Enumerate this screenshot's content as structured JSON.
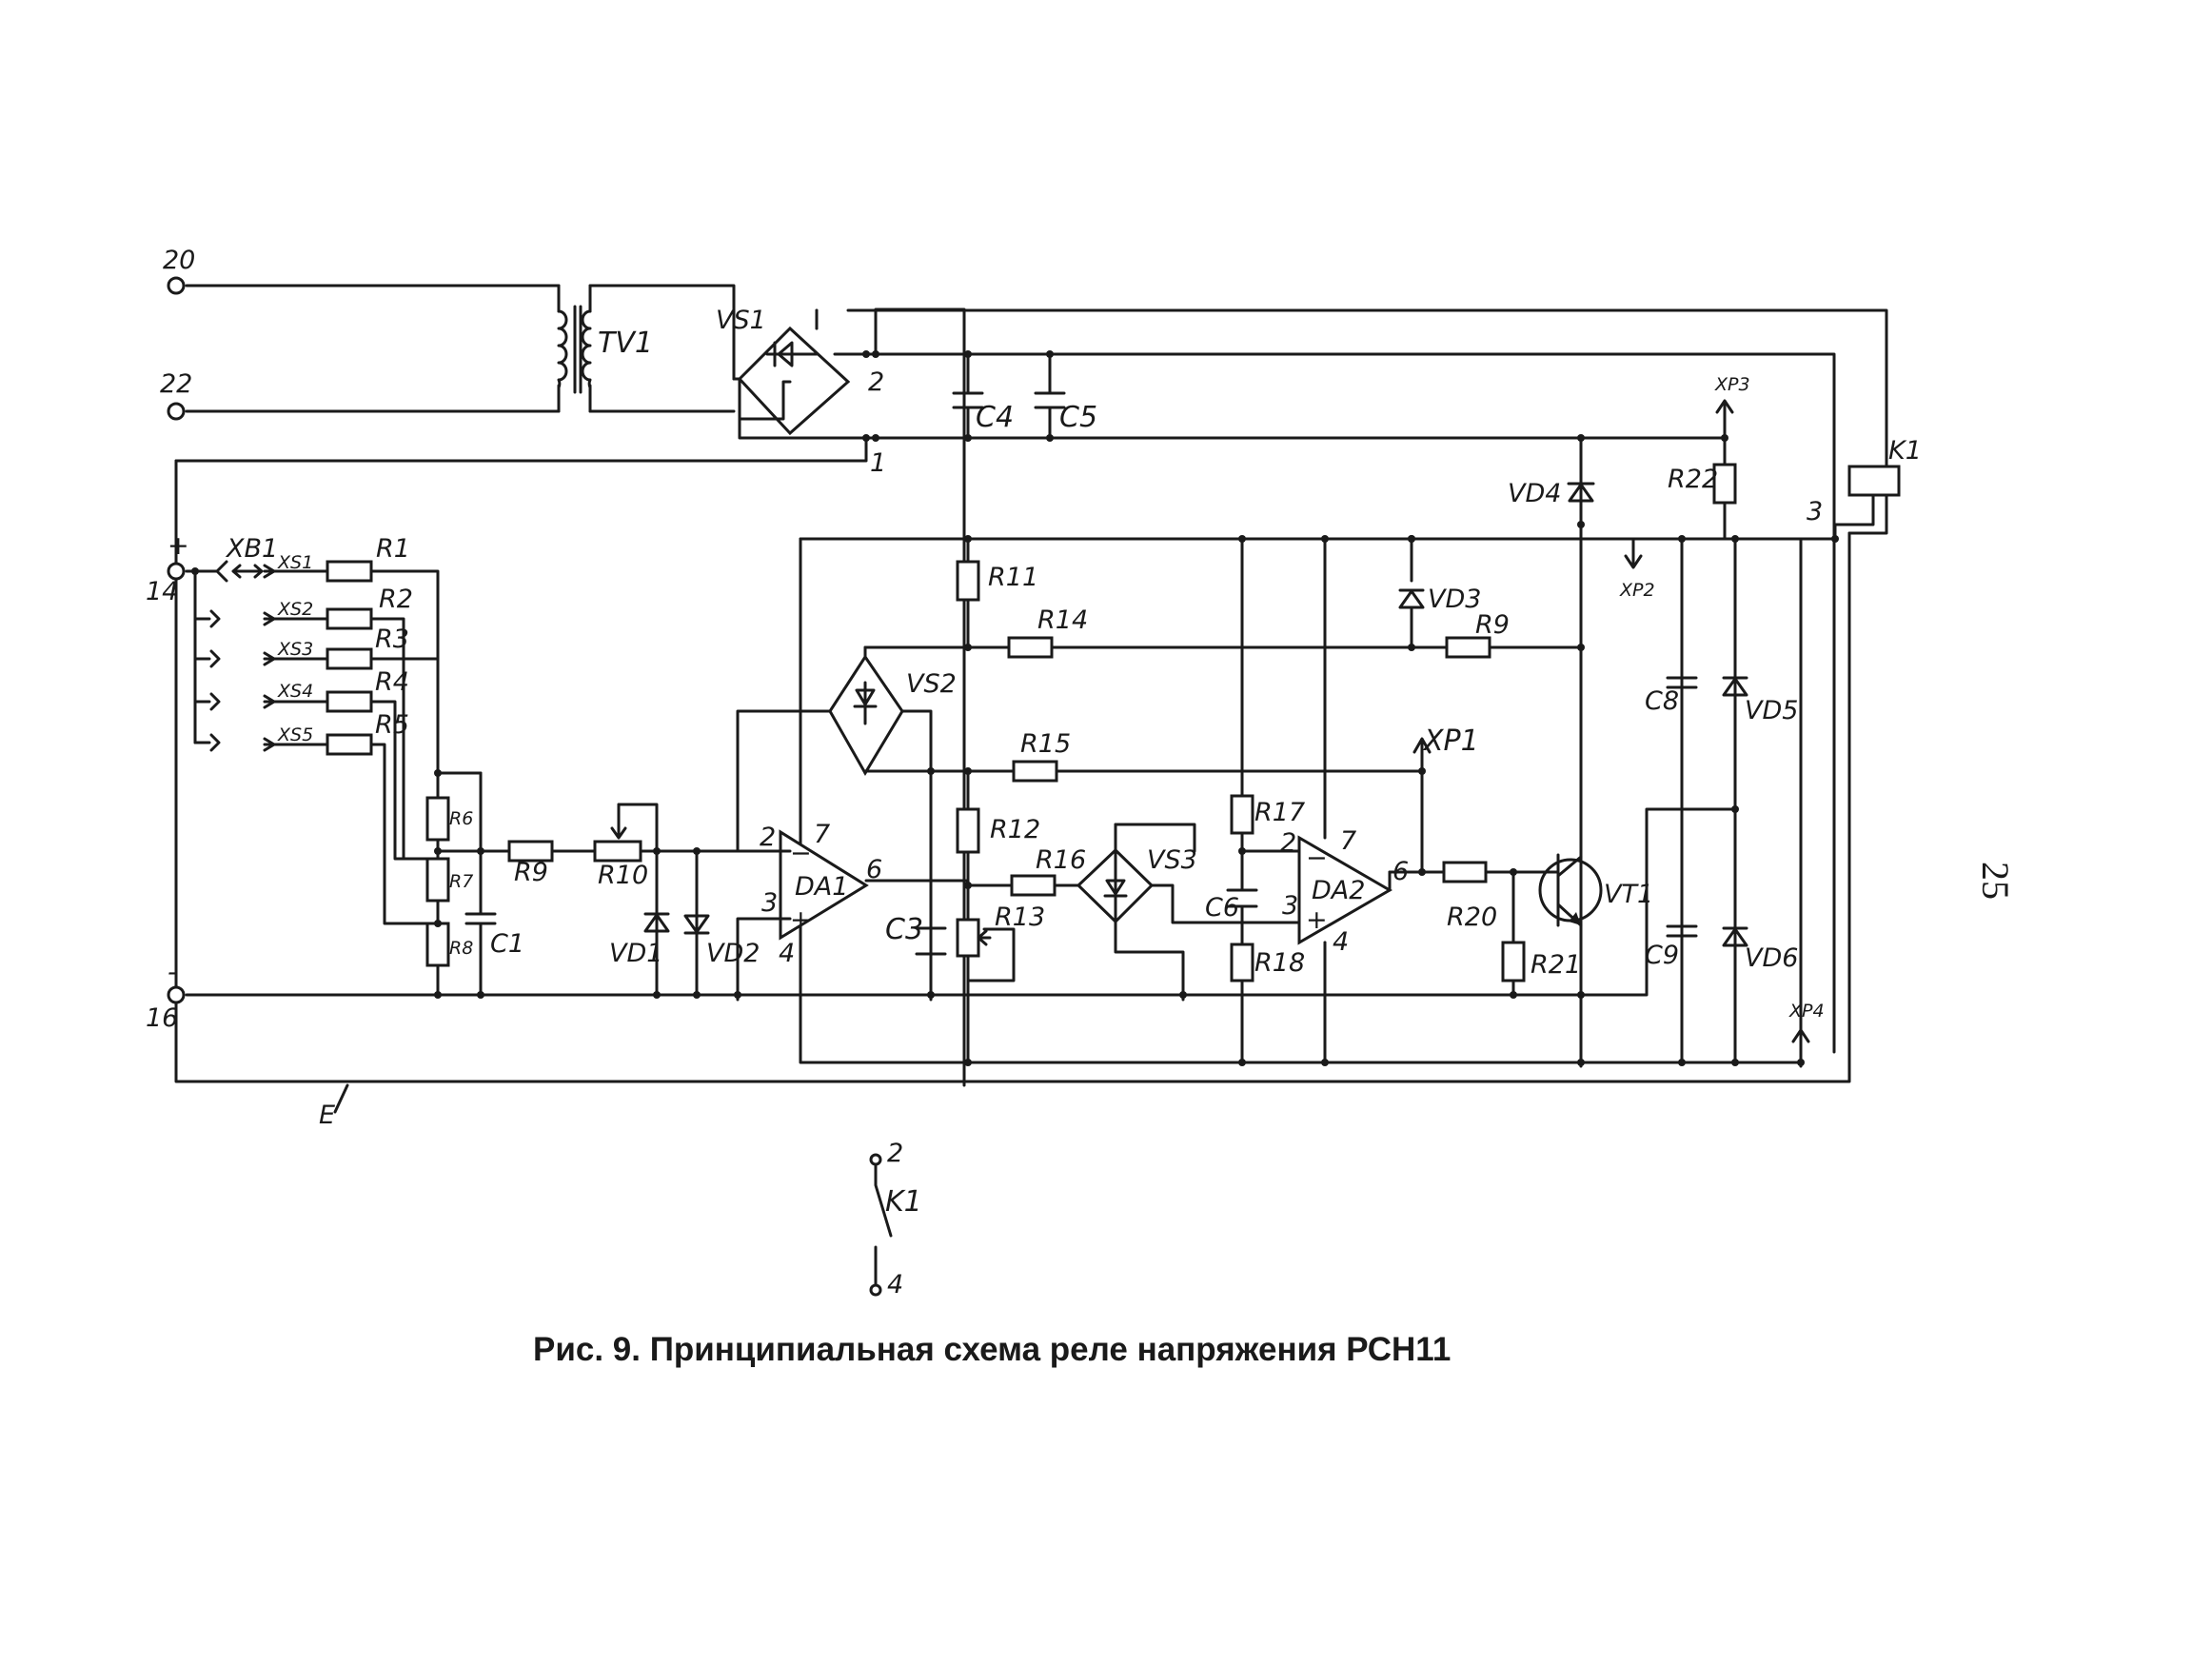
{
  "caption": "Рис. 9. Принципиальная схема реле напряжения РСН11",
  "page_number": "25",
  "terminals": {
    "t20": "20",
    "t22": "22",
    "t14": "14",
    "t16": "16",
    "plus": "+",
    "minus": "-",
    "node1": "1",
    "node2": "2",
    "node3": "3",
    "e_label": "E"
  },
  "components": {
    "TV1": "TV1",
    "VS1": "VS1",
    "VS2": "VS2",
    "VS3": "VS3",
    "C1": "C1",
    "C3": "C3",
    "C4": "C4",
    "C5": "C5",
    "C6": "C6",
    "C8": "C8",
    "C9": "C9",
    "R1": "R1",
    "R2": "R2",
    "R3": "R3",
    "R4": "R4",
    "R5": "R5",
    "R6": "R6",
    "R7": "R7",
    "R8": "R8",
    "R9a": "R9",
    "R9b": "R9",
    "R10": "R10",
    "R11": "R11",
    "R12": "R12",
    "R13": "R13",
    "R14": "R14",
    "R15": "R15",
    "R16": "R16",
    "R17": "R17",
    "R18": "R18",
    "R20": "R20",
    "R21": "R21",
    "R22": "R22",
    "VD1": "VD1",
    "VD2": "VD2",
    "VD3": "VD3",
    "VD4": "VD4",
    "VD5": "VD5",
    "VD6": "VD6",
    "VT1": "VT1",
    "DA1": "DA1",
    "DA2": "DA2",
    "K1": "K1",
    "K1sw": "K1",
    "XB1": "XB1",
    "XS1": "XS1",
    "XS2": "XS2",
    "XS3": "XS3",
    "XS4": "XS4",
    "XS5": "XS5",
    "XP1": "XP1",
    "XP2": "XP2",
    "XP3": "XP3",
    "XP4": "XP4"
  },
  "pins": {
    "da1_p2": "2",
    "da1_p3": "3",
    "da1_p4": "4",
    "da1_p6": "6",
    "da1_p7": "7",
    "da2_p2": "2",
    "da2_p3": "3",
    "da2_p4": "4",
    "da2_p6": "6",
    "da2_p7": "7",
    "k1_p2": "2",
    "k1_p4": "4",
    "da1_minus": "−",
    "da1_plus": "+",
    "da2_minus": "−",
    "da2_plus": "+"
  }
}
